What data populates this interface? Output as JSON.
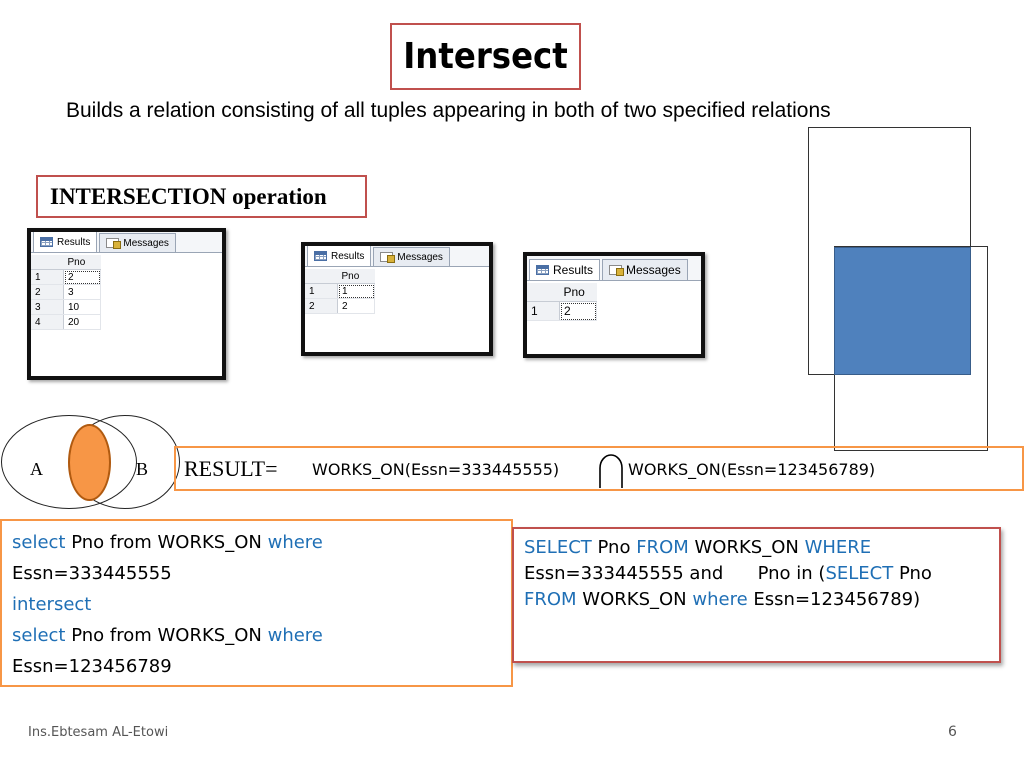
{
  "title": "Intersect",
  "description": "Builds a relation consisting of all tuples appearing in both of two specified relations",
  "operation_label": "INTERSECTION operation",
  "grids": [
    {
      "tabs": {
        "results": "Results",
        "messages": "Messages"
      },
      "column": "Pno",
      "rows": [
        {
          "num": "1",
          "pno": "2"
        },
        {
          "num": "2",
          "pno": "3"
        },
        {
          "num": "3",
          "pno": "10"
        },
        {
          "num": "4",
          "pno": "20"
        }
      ]
    },
    {
      "tabs": {
        "results": "Results",
        "messages": "Messages"
      },
      "column": "Pno",
      "rows": [
        {
          "num": "1",
          "pno": "1"
        },
        {
          "num": "2",
          "pno": "2"
        }
      ]
    },
    {
      "tabs": {
        "results": "Results",
        "messages": "Messages"
      },
      "column": "Pno",
      "rows": [
        {
          "num": "1",
          "pno": "2"
        }
      ]
    }
  ],
  "venn": {
    "a": "A",
    "b": "B",
    "overlap_color": "#f79646",
    "rect_overlap_color": "#4f81bd"
  },
  "result": {
    "label": "RESULT=",
    "left": "WORKS_ON(Essn=333445555)",
    "right": "WORKS_ON(Essn=123456789)"
  },
  "query_left": {
    "kw_select_1": "select",
    "text_1": "Pno from WORKS_ON",
    "kw_where_1": "where",
    "line_2": "Essn=333445555",
    "kw_intersect": "intersect",
    "kw_select_2": "select",
    "text_2": "Pno from WORKS_ON",
    "kw_where_2": "where",
    "line_5": "Essn=123456789"
  },
  "query_right": {
    "kw_select": "SELECT",
    "t1": "Pno",
    "kw_from": "FROM",
    "t2": "WORKS_ON",
    "kw_where": "WHERE",
    "t3": "Essn=333445555 and      Pno in (",
    "kw_select_2": "SELECT",
    "t4": "Pno",
    "kw_from_2": "FROM",
    "t5": "WORKS_ON",
    "kw_where_2": "where",
    "t6": "Essn=123456789)"
  },
  "footer": {
    "author": "Ins.Ebtesam AL-Etowi",
    "page": "6"
  },
  "colors": {
    "keyword": "#1f6fb5",
    "title_border": "#c0504d",
    "orange_border": "#f79646"
  }
}
